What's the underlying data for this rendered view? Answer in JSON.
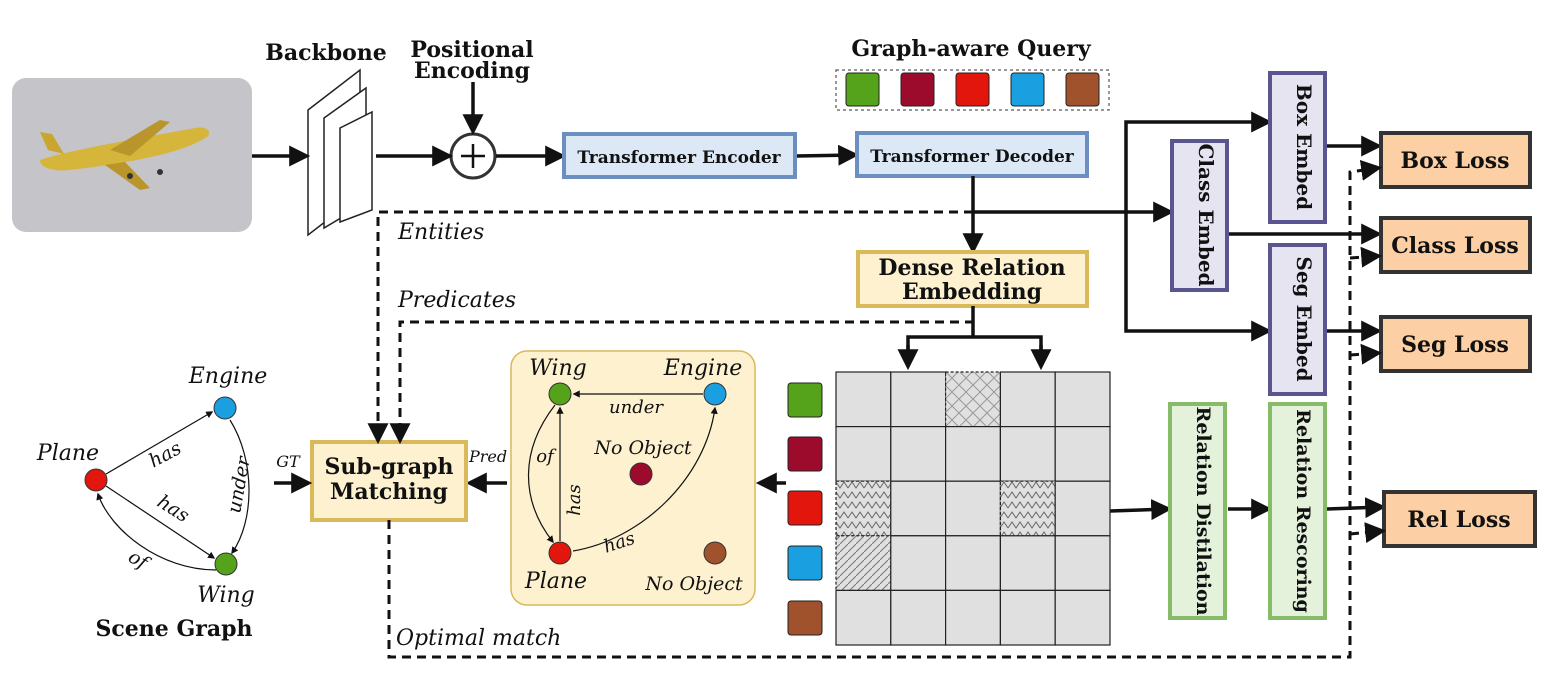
{
  "title_labels": {
    "backbone": "Backbone",
    "positional_line1": "Positional",
    "positional_line2": "Encoding",
    "graph_aware_query": "Graph-aware Query"
  },
  "blocks": {
    "transformer_encoder": "Transformer Encoder",
    "transformer_decoder": "Transformer Decoder",
    "dense_relation_line1": "Dense Relation",
    "dense_relation_line2": "Embedding",
    "box_embed": "Box Embed",
    "class_embed": "Class Embed",
    "seg_embed": "Seg Embed",
    "relation_distilation": "Relation Distilation",
    "relation_rescoring": "Relation Rescoring",
    "subgraph_line1": "Sub-graph",
    "subgraph_line2": "Matching"
  },
  "losses": {
    "box": "Box Loss",
    "class": "Class Loss",
    "seg": "Seg Loss",
    "rel": "Rel Loss"
  },
  "flow_labels": {
    "entities": "Entities",
    "predicates": "Predicates",
    "optimal_match": "Optimal match",
    "gt": "GT",
    "pred": "Pred"
  },
  "scene_graph": {
    "title": "Scene Graph",
    "nodes": {
      "plane": "Plane",
      "engine": "Engine",
      "wing": "Wing"
    },
    "edges": {
      "has1": "has",
      "has2": "has",
      "under": "under",
      "of": "of"
    }
  },
  "prediction_graph": {
    "nodes": {
      "wing": "Wing",
      "engine": "Engine",
      "plane": "Plane",
      "no_object1": "No Object",
      "no_object2": "No Object"
    },
    "edges": {
      "under": "under",
      "of": "of",
      "has1": "has",
      "has2": "has"
    }
  },
  "colors": {
    "green": "#55a31a",
    "crimson": "#9c0b2c",
    "red": "#e3160e",
    "blue": "#1aa0e0",
    "brown": "#a0522d",
    "block_blue_fill": "#dce8f6",
    "block_blue_stroke": "#6b8fc0",
    "block_yellow_fill": "#fdf1cf",
    "block_yellow_stroke": "#d9b95a",
    "purple_fill": "#e7e4f1",
    "purple_stroke": "#5a5590",
    "green_fill": "#e4f2dc",
    "green_stroke": "#86bb6a",
    "loss_fill": "#fcd0a4",
    "loss_stroke": "#333333",
    "grid_fill": "#e0e0e0"
  }
}
